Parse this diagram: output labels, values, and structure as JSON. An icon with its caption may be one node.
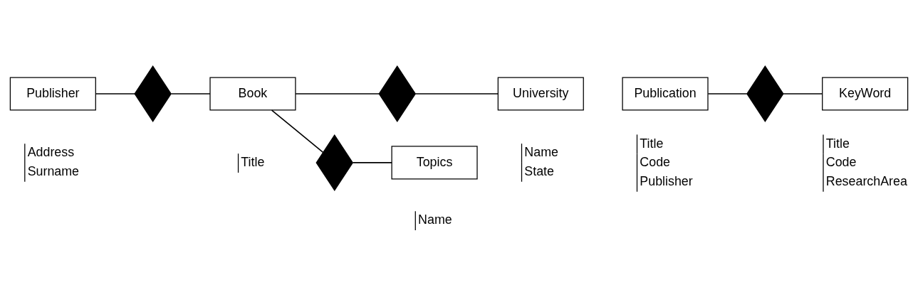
{
  "diagram": {
    "nodes": [
      {
        "text": [
          "Publisher"
        ],
        "beside": [
          "Address",
          "Surname"
        ]
      },
      {
        "text": [],
        "shape": "diamond"
      },
      {
        "text": [
          "Book"
        ],
        "beside": [
          "Title"
        ]
      },
      {
        "text": [],
        "shape": "diamond"
      },
      {
        "text": [
          "University"
        ],
        "beside": [
          "Name",
          "State"
        ]
      },
      {
        "text": [],
        "shape": "diamond"
      },
      {
        "text": [
          "Topics"
        ],
        "beside": [
          "Name"
        ]
      },
      {
        "text": [
          "Publication"
        ],
        "beside": [
          "Title",
          "Code",
          "Publisher"
        ]
      },
      {
        "text": [],
        "shape": "diamond"
      },
      {
        "text": [
          "KeyWord"
        ],
        "beside": [
          "Title",
          "Code",
          "ResearchArea"
        ]
      }
    ],
    "edges": [
      {
        "from": 0,
        "to": 1,
        "arrow": "none"
      },
      {
        "from": 1,
        "to": 2,
        "arrow": "none"
      },
      {
        "from": 2,
        "to": 3,
        "arrow": "none"
      },
      {
        "from": 3,
        "to": 4,
        "arrow": "none"
      },
      {
        "from": 2,
        "to": 5,
        "arrow": "none"
      },
      {
        "from": 5,
        "to": 6,
        "arrow": "none"
      },
      {
        "from": 7,
        "to": 8,
        "arrow": "none"
      },
      {
        "from": 8,
        "to": 9,
        "arrow": "none"
      }
    ]
  }
}
